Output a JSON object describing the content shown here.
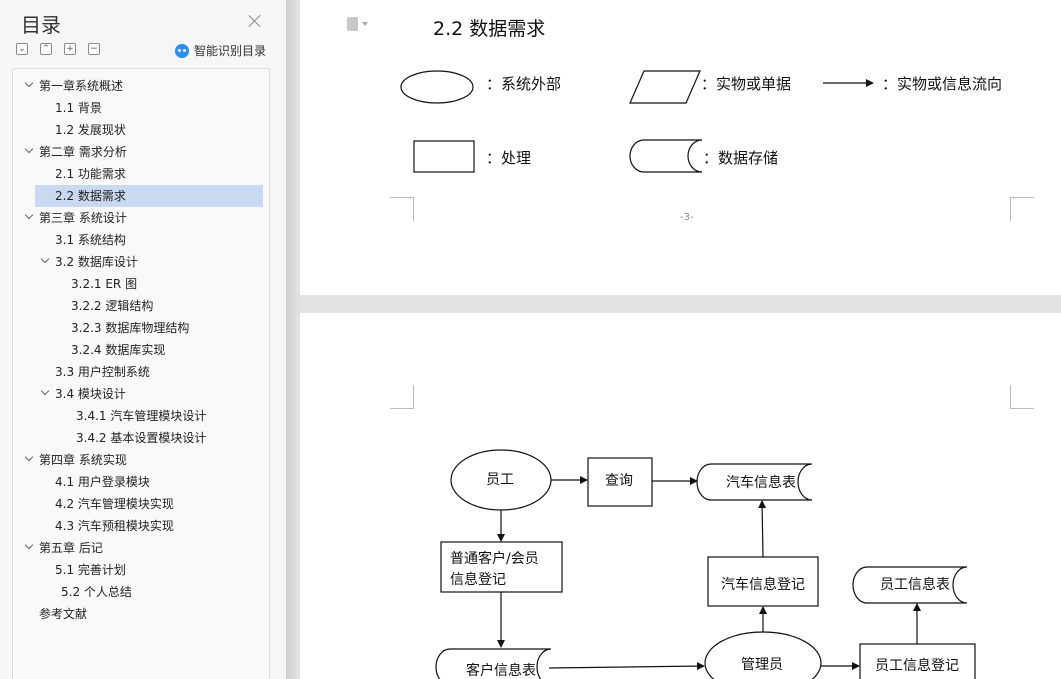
{
  "toc": {
    "title": "目录",
    "smart_toc_label": "智能识别目录",
    "toolbar_icons": [
      "collapse-all-icon",
      "expand-up-icon",
      "add-icon",
      "remove-icon"
    ],
    "items": [
      {
        "label": "第一章系统概述",
        "level": 1,
        "arrow": true
      },
      {
        "label": "1.1 背景",
        "level": 2,
        "arrow": false
      },
      {
        "label": "1.2 发展现状",
        "level": 2,
        "arrow": false
      },
      {
        "label": "第二章  需求分析",
        "level": 1,
        "arrow": true
      },
      {
        "label": "2.1  功能需求",
        "level": 2,
        "arrow": false
      },
      {
        "label": "2.2  数据需求",
        "level": 2,
        "arrow": false,
        "selected": true
      },
      {
        "label": "第三章  系统设计",
        "level": 1,
        "arrow": true
      },
      {
        "label": "3.1 系统结构",
        "level": 2,
        "arrow": false
      },
      {
        "label": "3.2  数据库设计",
        "level": 2,
        "arrow": true
      },
      {
        "label": "3.2.1 ER 图",
        "level": 3,
        "arrow": false
      },
      {
        "label": "3.2.2  逻辑结构",
        "level": 3,
        "arrow": false
      },
      {
        "label": "3.2.3  数据库物理结构",
        "level": 3,
        "arrow": false
      },
      {
        "label": "3.2.4  数据库实现",
        "level": 3,
        "arrow": false
      },
      {
        "label": "3.3 用户控制系统",
        "level": 2,
        "arrow": false
      },
      {
        "label": "3.4 模块设计",
        "level": 2,
        "arrow": true
      },
      {
        "label": "3.4.1  汽车管理模块设计",
        "level": 4,
        "arrow": false
      },
      {
        "label": "3.4.2  基本设置模块设计",
        "level": 4,
        "arrow": false
      },
      {
        "label": "第四章  系统实现",
        "level": 1,
        "arrow": true
      },
      {
        "label": "4.1 用户登录模块",
        "level": 2,
        "arrow": false
      },
      {
        "label": "4.2 汽车管理模块实现",
        "level": 2,
        "arrow": false
      },
      {
        "label": "4.3 汽车预租模块实现",
        "level": 2,
        "arrow": false
      },
      {
        "label": "第五章  后记",
        "level": 1,
        "arrow": true
      },
      {
        "label": "5.1  完善计划",
        "level": 2,
        "arrow": false
      },
      {
        "label": "5.2 个人总结",
        "level": 5,
        "arrow": false
      },
      {
        "label": "参考文献",
        "level": 1,
        "arrow": false
      }
    ]
  },
  "document": {
    "heading": "2.2  数据需求",
    "page_number": "-3-",
    "legend": {
      "external": "：系统外部",
      "entity": "：实物或单据",
      "flow": "：实物或信息流向",
      "process": "：处理",
      "store": "：数据存储"
    },
    "dfd": {
      "employee": "员工",
      "query": "查询",
      "car_table": "汽车信息表",
      "customer_reg_line1": "普通客户/会员",
      "customer_reg_line2": "信息登记",
      "car_reg": "汽车信息登记",
      "staff_table": "员工信息表",
      "customer_table": "客户信息表",
      "admin": "管理员",
      "staff_reg": "员工信息登记"
    }
  },
  "colors": {
    "panel_bg": "#f5f6f7",
    "selected_bg": "#c9d9f2",
    "accent": "#2d8cf0",
    "gutter": "#e3e3e3"
  }
}
